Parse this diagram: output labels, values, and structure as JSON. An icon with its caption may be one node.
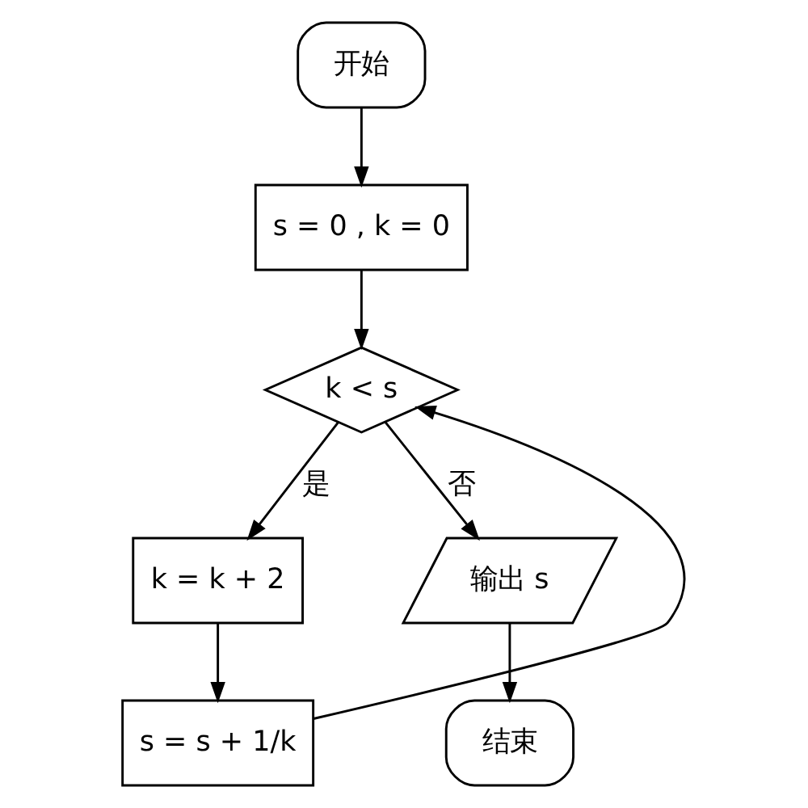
{
  "diagram": {
    "nodes": [
      {
        "text": [
          "开始"
        ]
      },
      {
        "text": [
          "s = 0 , k = 0"
        ]
      },
      {
        "text": [
          "k < s"
        ]
      },
      {
        "text": [
          "k = k + 2"
        ]
      },
      {
        "text": [
          "s = s + 1/k"
        ]
      },
      {
        "text": [
          "输出 s"
        ]
      },
      {
        "text": [
          "结束"
        ]
      }
    ],
    "edges": [
      {
        "from": 0,
        "to": 1,
        "arrow": "to"
      },
      {
        "from": 1,
        "to": 2,
        "arrow": "to"
      },
      {
        "from": 2,
        "to": 3,
        "arrow": "to",
        "label": "是"
      },
      {
        "from": 3,
        "to": 4,
        "arrow": "to"
      },
      {
        "from": 4,
        "to": 2,
        "arrow": "to"
      },
      {
        "from": 2,
        "to": 5,
        "arrow": "to",
        "label": "否"
      },
      {
        "from": 5,
        "to": 6,
        "arrow": "to"
      }
    ]
  }
}
